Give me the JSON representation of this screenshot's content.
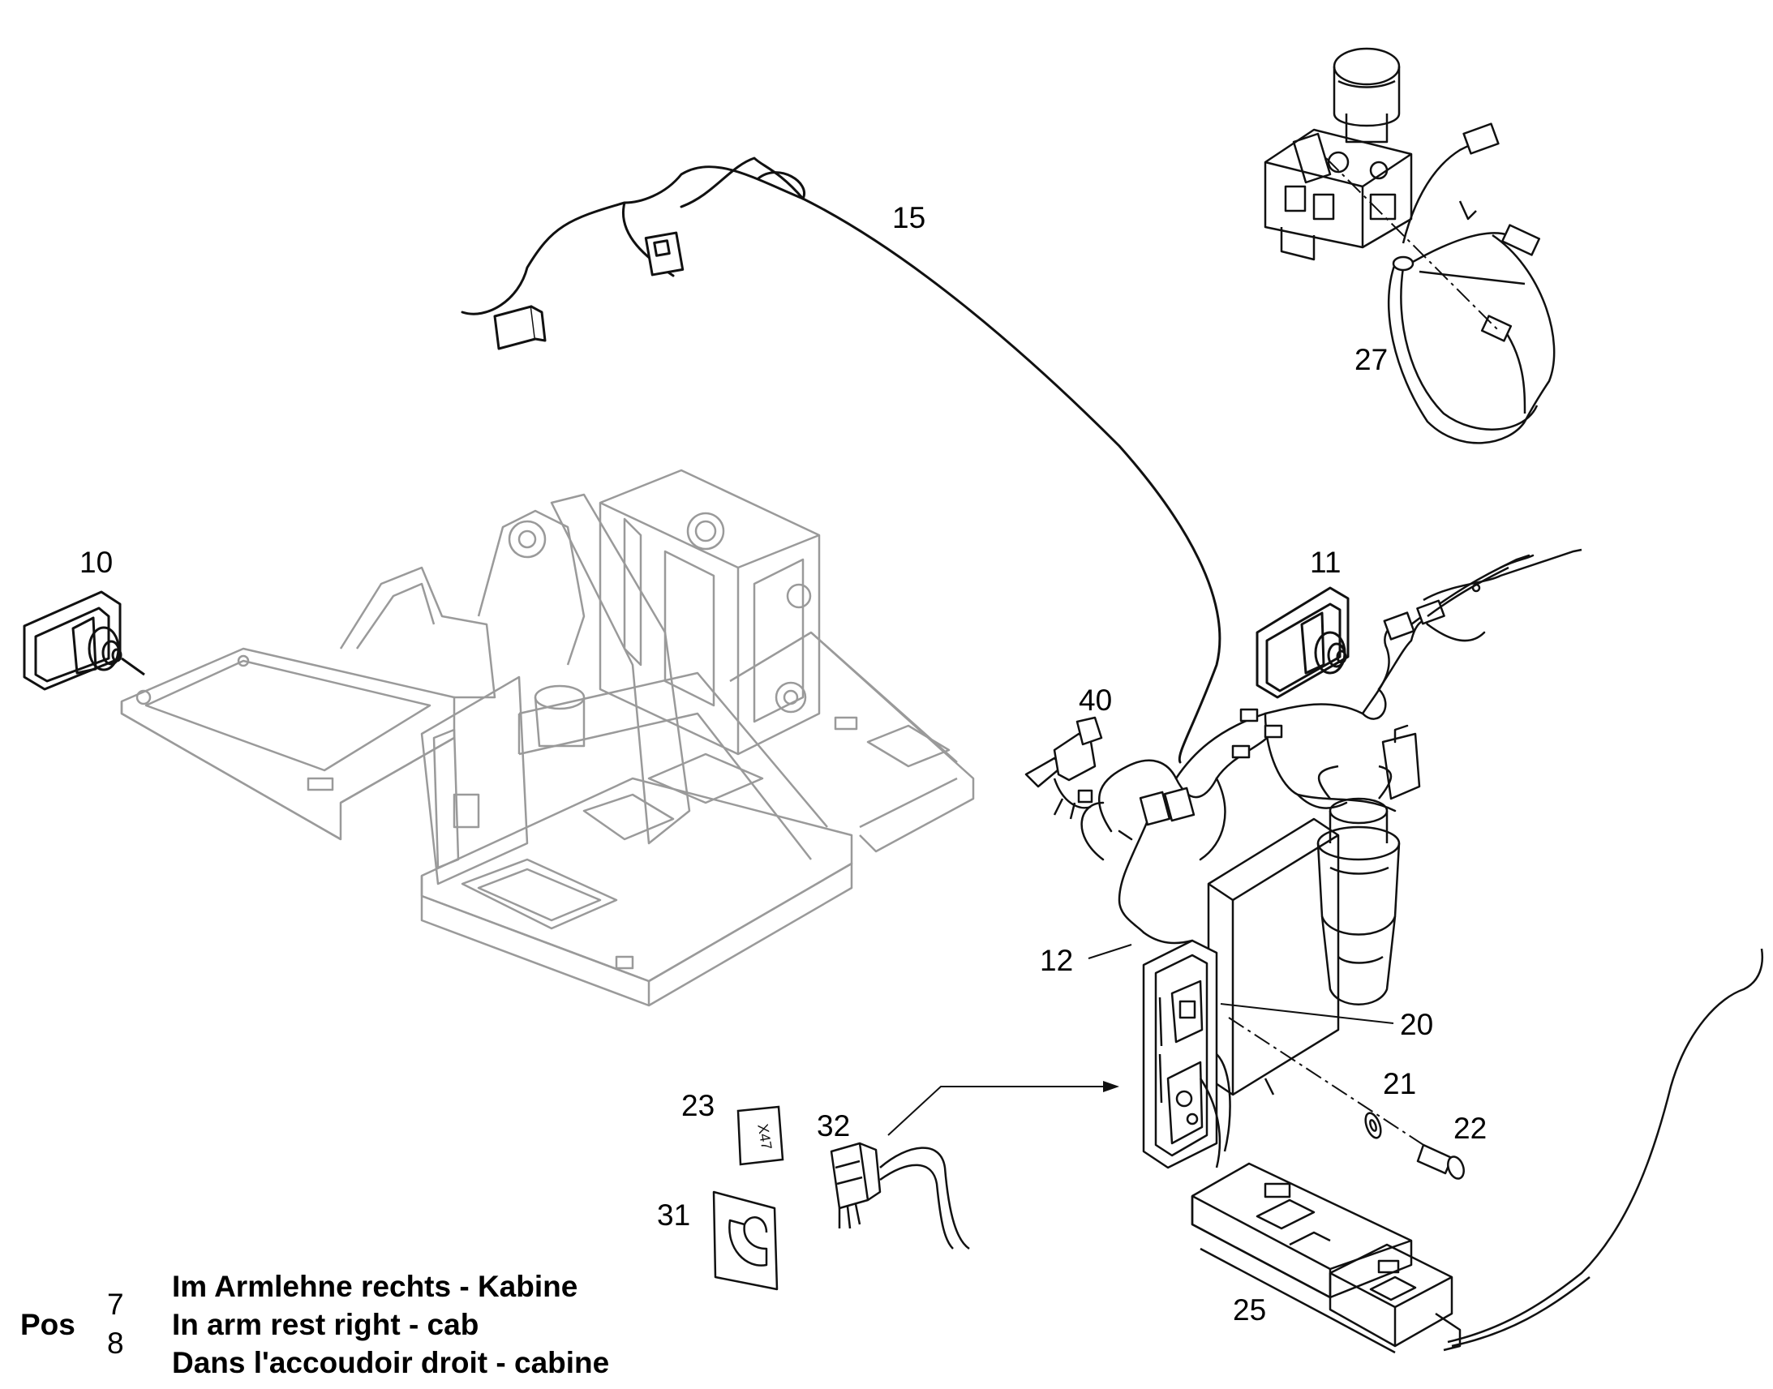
{
  "callouts": {
    "c15": "15",
    "c27": "27",
    "c10": "10",
    "c11": "11",
    "c40": "40",
    "c12": "12",
    "c20": "20",
    "c21": "21",
    "c22": "22",
    "c23": "23",
    "c32": "32",
    "c31": "31",
    "c25": "25"
  },
  "label_x47": "X47",
  "caption": {
    "pos_label": "Pos",
    "pos_numbers": [
      "7",
      "8"
    ],
    "lines": [
      "Im Armlehne rechts - Kabine",
      "In arm rest right - cab",
      "Dans l'accoudoir droit - cabine"
    ]
  }
}
